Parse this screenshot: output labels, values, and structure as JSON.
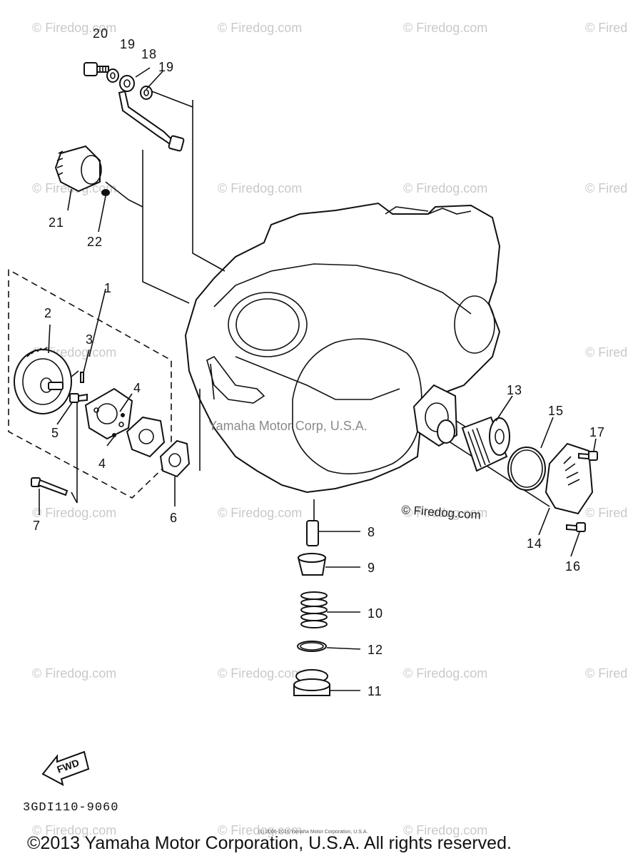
{
  "watermark": "© Firedog.com",
  "center_watermark": "Yamaha Motor Corp, U.S.A.",
  "firedog_label": "© Firedog.com",
  "part_code": "3GDI110-9060",
  "fwd_label": "FWD",
  "tiny_notice": "(c) 2006-2016 Yamaha Motor Corporation, U.S.A.",
  "copyright": "©2013 Yamaha Motor Corporation, U.S.A. All rights reserved.",
  "callouts": {
    "c1": "1",
    "c2": "2",
    "c3": "3",
    "c4a": "4",
    "c4b": "4",
    "c5": "5",
    "c6": "6",
    "c7": "7",
    "c8": "8",
    "c9": "9",
    "c10": "10",
    "c11": "11",
    "c12": "12",
    "c13": "13",
    "c14": "14",
    "c15": "15",
    "c16": "16",
    "c17": "17",
    "c18": "18",
    "c19a": "19",
    "c19b": "19",
    "c20": "20",
    "c21": "21",
    "c22": "22"
  }
}
